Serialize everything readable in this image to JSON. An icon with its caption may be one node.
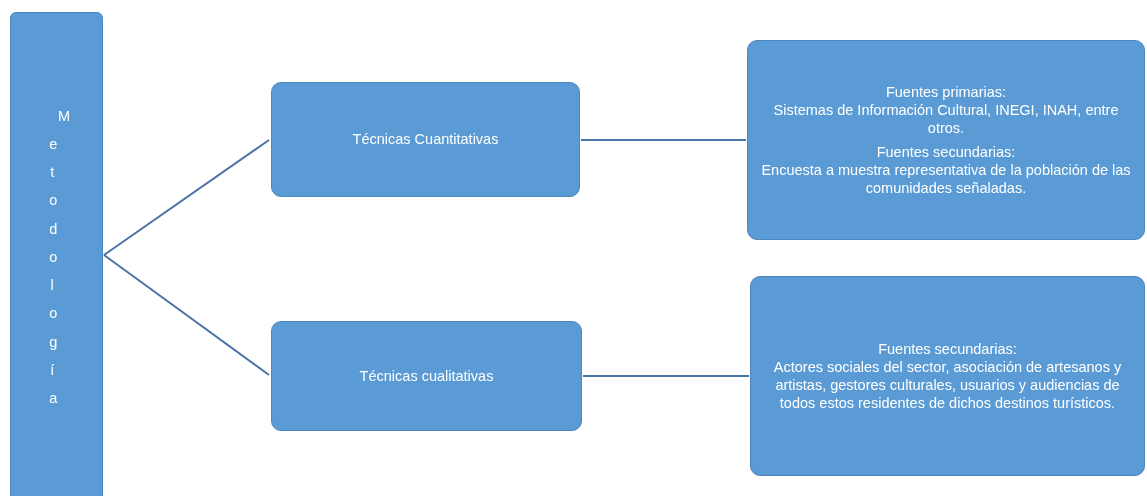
{
  "diagram": {
    "nodes": [
      {
        "text": [
          "Metodología"
        ]
      },
      {
        "text": [
          "Técnicas Cuantitativas"
        ]
      },
      {
        "text": [
          "Fuentes primarias:",
          "Sistemas de Información Cultural, INEGI, INAH, entre otros.",
          "Fuentes secundarias:",
          "Encuesta a muestra representativa de la población de las comunidades señaladas."
        ]
      },
      {
        "text": [
          "Técnicas cualitativas"
        ]
      },
      {
        "text": [
          "Fuentes secundarias:",
          "Actores sociales del sector, asociación de artesanos y artistas, gestores culturales, usuarios y audiencias de todos estos residentes de dichos destinos turísticos."
        ]
      }
    ],
    "edges": [
      {
        "from": 0,
        "to": 1,
        "arrow": "none"
      },
      {
        "from": 0,
        "to": 3,
        "arrow": "none"
      },
      {
        "from": 1,
        "to": 2,
        "arrow": "none"
      },
      {
        "from": 3,
        "to": 4,
        "arrow": "none"
      }
    ]
  }
}
